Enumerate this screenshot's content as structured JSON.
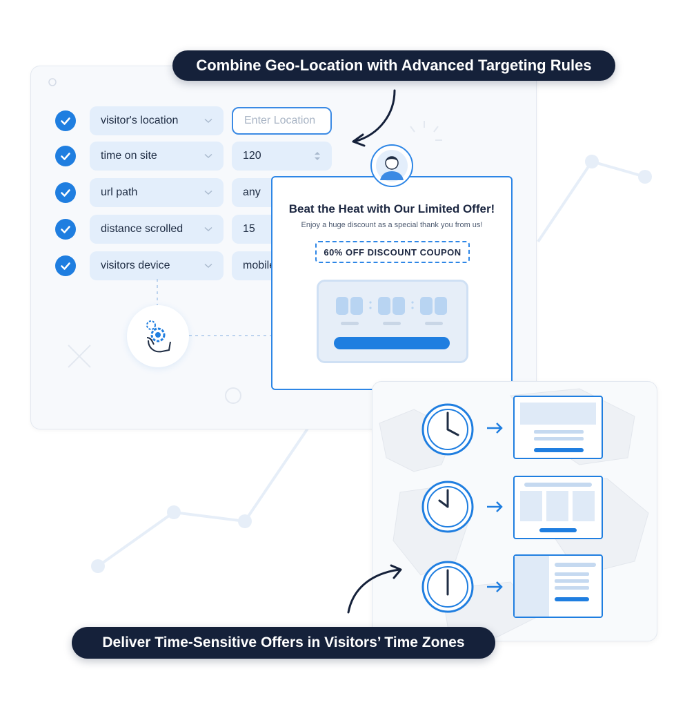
{
  "headline_top": "Combine Geo-Location with Advanced Targeting Rules",
  "headline_bottom": "Deliver Time-Sensitive Offers in Visitors’ Time Zones",
  "rules": [
    {
      "condition": "visitor's location",
      "value": ""
    },
    {
      "condition": "time on site",
      "value": "120"
    },
    {
      "condition": "url path",
      "value": "any"
    },
    {
      "condition": "distance scrolled",
      "value": "15"
    },
    {
      "condition": "visitors device",
      "value": "mobile"
    }
  ],
  "location_placeholder": "Enter Location",
  "popup": {
    "title": "Beat the Heat with Our Limited Offer!",
    "subtitle": "Enjoy a huge discount as a special thank you from us!",
    "coupon": "60% OFF DISCOUNT COUPON"
  },
  "icons": {
    "check": "check-icon",
    "chevron": "chevron-down-icon",
    "stepper": "stepper-icon",
    "avatar": "user-avatar-icon",
    "gear_hand": "gear-hand-icon",
    "clock": "clock-icon",
    "arrow": "arrow-right-icon"
  },
  "colors": {
    "accent": "#1f7ee0",
    "dark_pill": "#15213a",
    "field_bg": "#e3eefb",
    "light_blue": "#cfe0f4"
  }
}
